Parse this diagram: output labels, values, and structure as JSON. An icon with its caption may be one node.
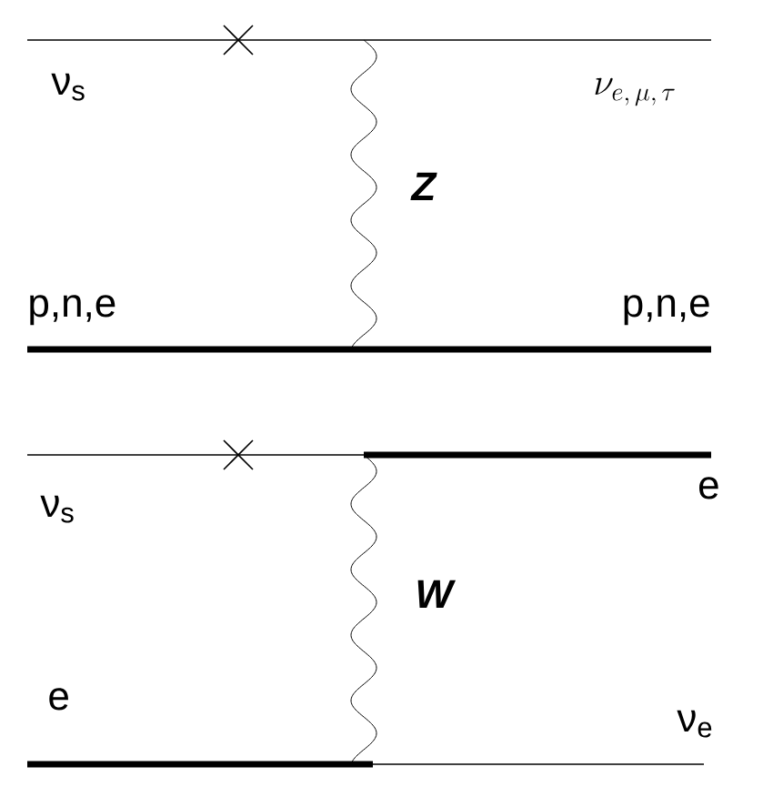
{
  "diagram": {
    "labels": [
      "ν$_{s}$",
      "\\nu_{e,\\,\\mu,\\,\\tau}",
      "Z",
      "p,n,e",
      "p,n,e",
      "ν$_{s}$",
      "e",
      "W",
      "e",
      "ν$_{e}$"
    ]
  }
}
